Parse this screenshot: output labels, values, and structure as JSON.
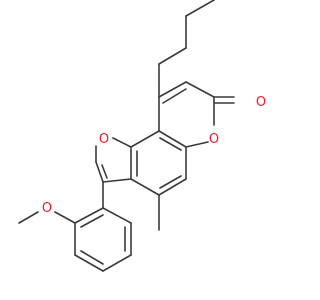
{
  "molecule": {
    "labels": {
      "carbonyl_oxygen": "O",
      "pyranone_oxygen": "O",
      "furan_oxygen": "O",
      "methoxy_oxygen": "O"
    },
    "colors": {
      "bond": "#3a3a3a",
      "oxygen": "#e8202a",
      "background": "#ffffff"
    }
  }
}
